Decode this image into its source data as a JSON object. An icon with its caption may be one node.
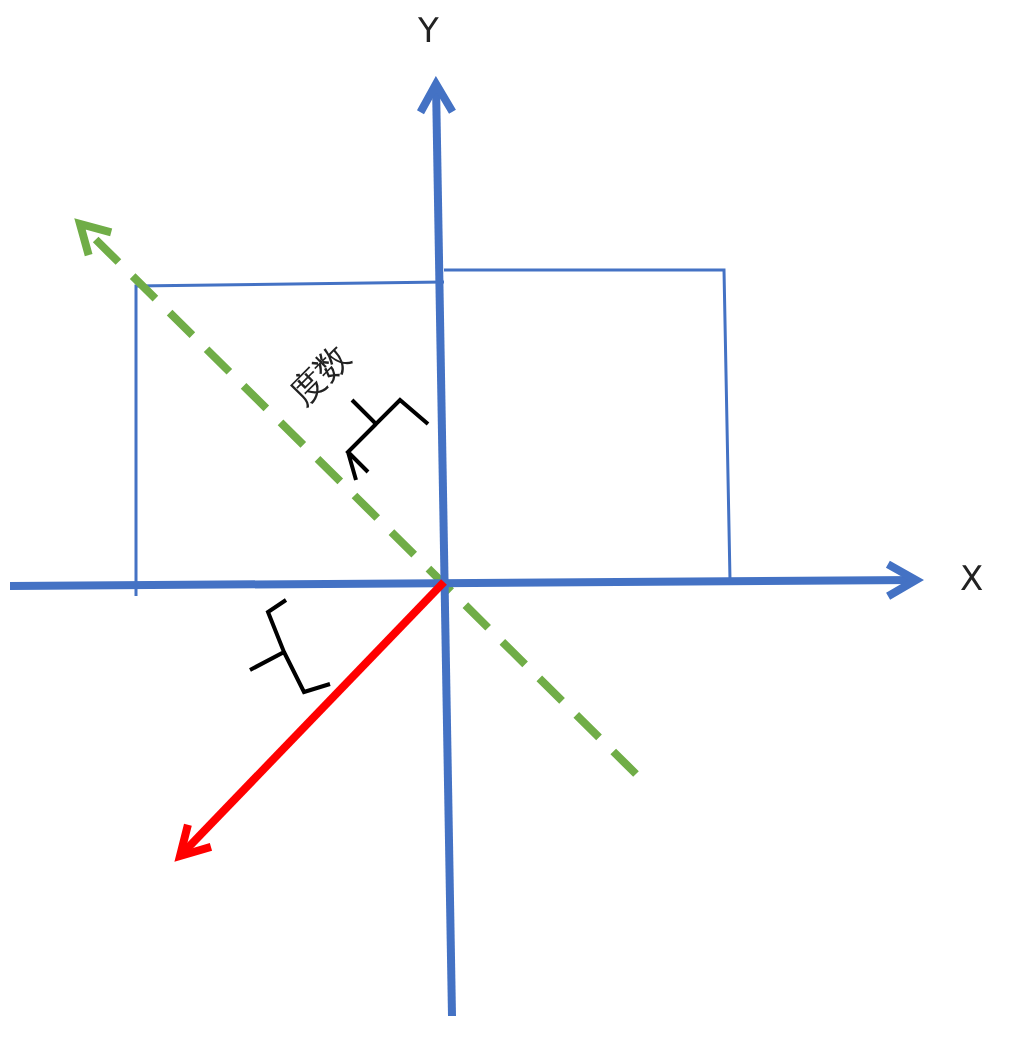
{
  "diagram": {
    "labels": [
      "Y",
      "度数",
      "X"
    ]
  }
}
